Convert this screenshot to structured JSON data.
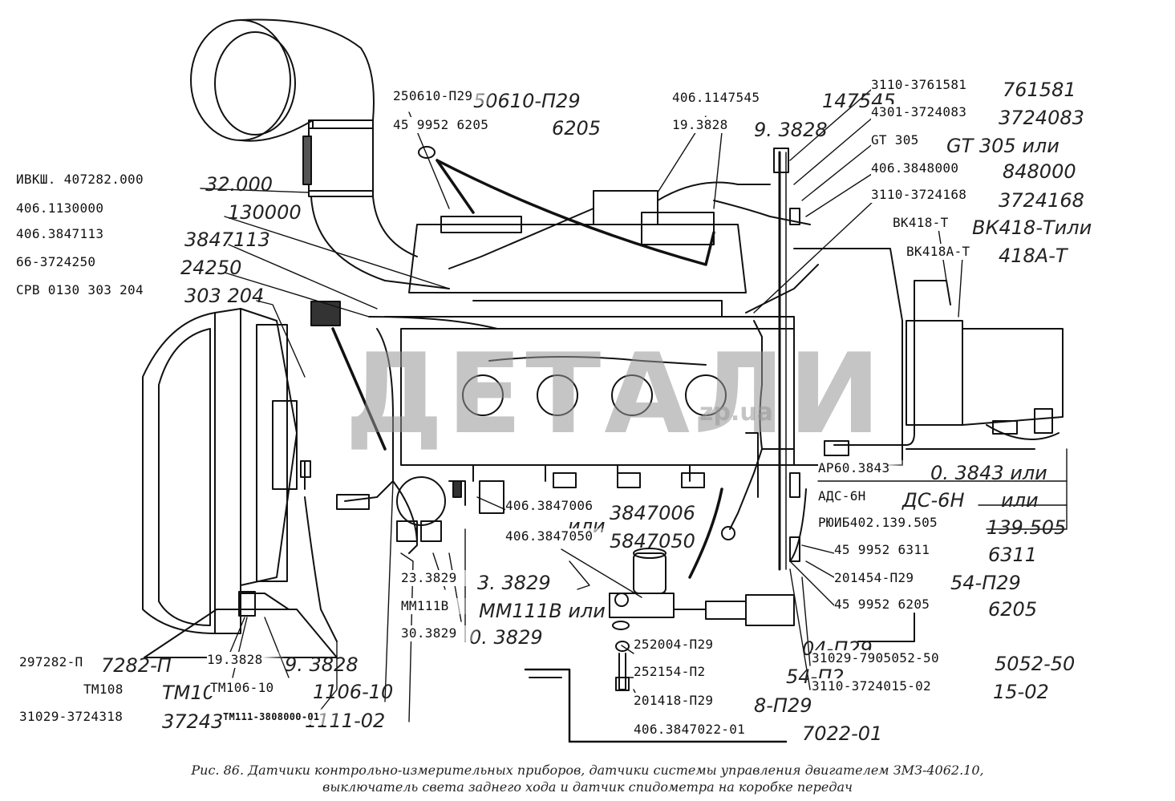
{
  "diagram": {
    "labels": [
      {
        "id": "l1",
        "text": "250610-П29"
      },
      {
        "id": "l2",
        "text": "45 9952 6205"
      },
      {
        "id": "l3",
        "text": "406.1147545"
      },
      {
        "id": "l4",
        "text": "19.3828"
      },
      {
        "id": "l5",
        "text": "3110-3761581"
      },
      {
        "id": "l6",
        "text": "4301-3724083"
      },
      {
        "id": "l7",
        "text": "GT 305"
      },
      {
        "id": "l8",
        "text": "406.3848000"
      },
      {
        "id": "l9",
        "text": "3110-3724168"
      },
      {
        "id": "l10",
        "text": "ВК418-Т"
      },
      {
        "id": "l11",
        "text": "ВК418А-Т"
      },
      {
        "id": "l12",
        "text": "ИВКШ. 407282.000"
      },
      {
        "id": "l13",
        "text": "406.1130000"
      },
      {
        "id": "l14",
        "text": "406.3847113"
      },
      {
        "id": "l15",
        "text": "66-3724250"
      },
      {
        "id": "l16",
        "text": "СРВ 0130 303 204"
      },
      {
        "id": "l17",
        "text": "АР60.3843"
      },
      {
        "id": "l18",
        "text": "АДС-6Н"
      },
      {
        "id": "l19",
        "text": "РЮИБ402.139.505"
      },
      {
        "id": "l20",
        "text": "45 9952 6311"
      },
      {
        "id": "l21",
        "text": "201454-П29"
      },
      {
        "id": "l22",
        "text": "45 9952 6205"
      },
      {
        "id": "l23",
        "text": "406.3847006"
      },
      {
        "id": "l24",
        "text": "406.3847050"
      },
      {
        "id": "l25",
        "text": "23.3829"
      },
      {
        "id": "l26",
        "text": "ММ111В"
      },
      {
        "id": "l27",
        "text": "30.3829"
      },
      {
        "id": "l28",
        "text": "252004-П29"
      },
      {
        "id": "l29",
        "text": "252154-П2"
      },
      {
        "id": "l30",
        "text": "201418-П29"
      },
      {
        "id": "l31",
        "text": "406.3847022-01"
      },
      {
        "id": "l32",
        "text": "31029-7905052-50"
      },
      {
        "id": "l33",
        "text": "3110-3724015-02"
      },
      {
        "id": "l34",
        "text": "297282-П"
      },
      {
        "id": "l35",
        "text": "19.3828"
      },
      {
        "id": "l36",
        "text": "ТМ108"
      },
      {
        "id": "l37",
        "text": "ТМ106-10"
      },
      {
        "id": "l38",
        "text": "31029-3724318"
      },
      {
        "id": "l39",
        "text": "ТМ111-3808000-01"
      }
    ],
    "ghost_texts": [
      {
        "id": "g1",
        "text": "50610-П29"
      },
      {
        "id": "g2",
        "text": "6205"
      },
      {
        "id": "g3",
        "text": "147545"
      },
      {
        "id": "g4",
        "text": "9. 3828"
      },
      {
        "id": "g5",
        "text": "761581"
      },
      {
        "id": "g6",
        "text": "3724083"
      },
      {
        "id": "g7",
        "text": "GT 305 или"
      },
      {
        "id": "g8",
        "text": "848000"
      },
      {
        "id": "g9",
        "text": "3724168"
      },
      {
        "id": "g10",
        "text": "ВК418-Тили"
      },
      {
        "id": "g11",
        "text": "418А-Т"
      },
      {
        "id": "g12",
        "text": "32.000"
      },
      {
        "id": "g13",
        "text": "130000"
      },
      {
        "id": "g14",
        "text": "3847113"
      },
      {
        "id": "g15",
        "text": "24250"
      },
      {
        "id": "g16",
        "text": "303 204"
      },
      {
        "id": "g17",
        "text": "0. 3843 или"
      },
      {
        "id": "g18",
        "text": "ДС-6Н"
      },
      {
        "id": "g19",
        "text": "или"
      },
      {
        "id": "g20",
        "text": "139.505"
      },
      {
        "id": "g21",
        "text": "6311"
      },
      {
        "id": "g22",
        "text": "54-П29"
      },
      {
        "id": "g23",
        "text": "6205"
      },
      {
        "id": "g24",
        "text": "3847006"
      },
      {
        "id": "g25",
        "text": "или"
      },
      {
        "id": "g26",
        "text": "5847050"
      },
      {
        "id": "g27",
        "text": "3. 3829"
      },
      {
        "id": "g28",
        "text": "ММ111В или"
      },
      {
        "id": "g29",
        "text": "0. 3829"
      },
      {
        "id": "g30",
        "text": "04-П29"
      },
      {
        "id": "g31",
        "text": "54-П2"
      },
      {
        "id": "g32",
        "text": "8-П29"
      },
      {
        "id": "g33",
        "text": "7022-01"
      },
      {
        "id": "g34",
        "text": "5052-50"
      },
      {
        "id": "g35",
        "text": "15-02"
      },
      {
        "id": "g36",
        "text": "7282-П"
      },
      {
        "id": "g37",
        "text": "9. 3828"
      },
      {
        "id": "g38",
        "text": "ТМ10"
      },
      {
        "id": "g39",
        "text": "1106-10"
      },
      {
        "id": "g40",
        "text": "37243"
      },
      {
        "id": "g41",
        "text": "1111-02"
      }
    ],
    "watermark": {
      "main": "ДЕТАЛИ",
      "sub": "zp.ua"
    },
    "caption": {
      "line1": "Рис. 86. Датчики контрольно-измерительных приборов, датчики системы управления двигателем ЗМЗ-4062.10,",
      "line2": "выключатель света заднего хода и датчик спидометра на коробке передач"
    }
  }
}
